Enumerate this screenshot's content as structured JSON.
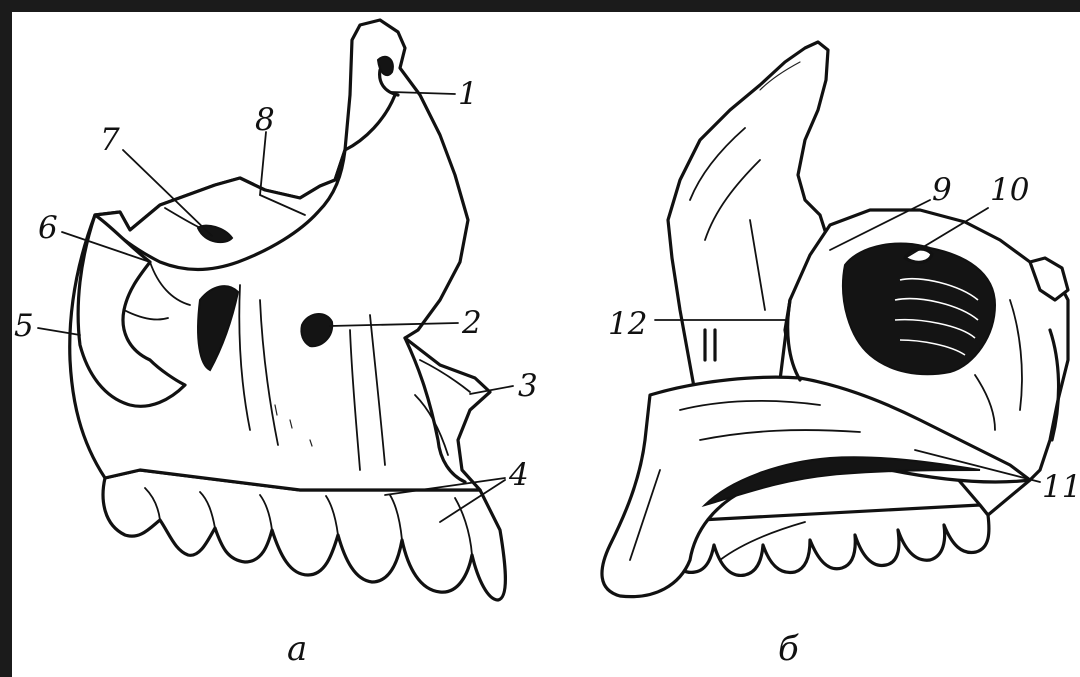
{
  "figure": {
    "view_a_caption": "а",
    "view_b_caption": "б",
    "labels_a": [
      "1",
      "2",
      "3",
      "4",
      "5",
      "6",
      "7",
      "8"
    ],
    "labels_b": [
      "9",
      "10",
      "11",
      "12"
    ]
  },
  "colors": {
    "frame": "#1b1b1b",
    "paper": "#ffffff",
    "ink": "#111111"
  }
}
